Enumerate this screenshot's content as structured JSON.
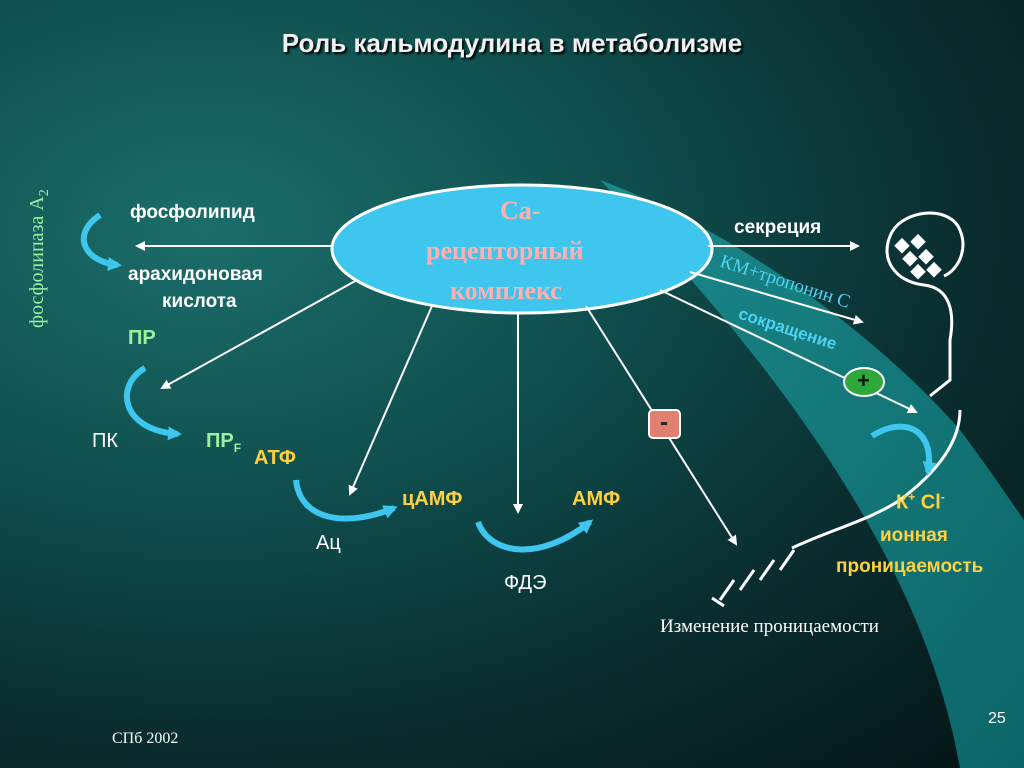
{
  "title": "Роль кальмодулина в метаболизме",
  "center": {
    "line1": "Са-",
    "line2": "рецепторный",
    "line3": "комплекс"
  },
  "labels": {
    "phospholipase": "фосфолипаза А",
    "phospholipase_sub": "2",
    "phospholipid": "фосфолипид",
    "arachidonic": "арахидоновая",
    "acid": "кислота",
    "pr": "ПР",
    "pk": "ПК",
    "prf": "ПР",
    "prf_sub": "F",
    "atf": "АТФ",
    "ac": "Ац",
    "camf": "цАМФ",
    "amf": "АМФ",
    "fde": "ФДЭ",
    "secretion": "секреция",
    "km_troponin": "КМ+тропонин С",
    "contraction": "сокращение",
    "plus": "+",
    "minus": "-",
    "k": "К",
    "k_sup": "+",
    "cl": "Cl",
    "cl_sup": "-",
    "ionic": "ионная",
    "permeability": "проницаемость",
    "perm_change": "Изменение проницаемости"
  },
  "footer": {
    "left": "СПб 2002",
    "page": "25"
  }
}
